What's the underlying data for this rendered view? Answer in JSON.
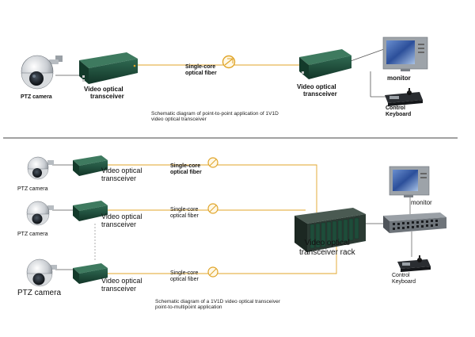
{
  "top": {
    "camera_label": "PTZ camera",
    "tx_label": [
      "Video optical",
      "transceiver"
    ],
    "fiber_label": [
      "Single-core",
      "optical fiber"
    ],
    "rx_label": [
      "Video optical",
      "transceiver"
    ],
    "monitor_label": "monitor",
    "keyboard_label": [
      "Control",
      "Keyboard"
    ],
    "caption": [
      "Schematic diagram of point-to-point application of 1V1D",
      "video optical transceiver"
    ]
  },
  "bottom": {
    "branches": [
      {
        "camera_label": "PTZ camera",
        "tx_label": [
          "Video optical",
          "transceiver"
        ],
        "fiber_label": [
          "Single-core",
          "optical fiber"
        ]
      },
      {
        "camera_label": "PTZ camera",
        "tx_label": [
          "Video optical",
          "transceiver"
        ],
        "fiber_label": [
          "Single-core",
          "optical fiber"
        ]
      },
      {
        "camera_label": "PTZ camera",
        "tx_label": [
          "Video optical",
          "transceiver"
        ],
        "fiber_label": [
          "Single-core",
          "optical fiber"
        ]
      }
    ],
    "rack_label": [
      "Video optical",
      "transceiver rack"
    ],
    "monitor_label": "monitor",
    "keyboard_label": [
      "Control",
      "Keyboard"
    ],
    "caption": [
      "Schematic diagram of a 1V1D video optical transceiver",
      "point-to-multipoint application"
    ]
  },
  "colors": {
    "fiber": "#e0a52a",
    "transceiver": "#1d4d3a",
    "divider": "#444444"
  }
}
